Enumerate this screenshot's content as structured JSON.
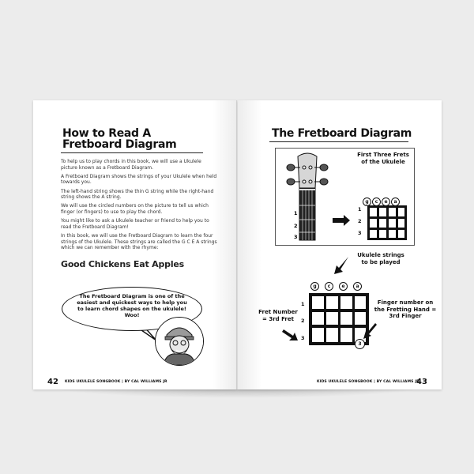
{
  "left_page": {
    "title_line1": "How to Read A",
    "title_line2": "Fretboard Diagram",
    "paragraphs": [
      "To help us to play chords in this book, we will use a Ukulele picture known as a Fretboard Diagram.",
      "A Fretboard Diagram shows the strings of your Ukulele when held towards you.",
      "The left-hand string shows the thin G string while the right-hand string shows the A string.",
      "We will use the circled numbers on the picture to tell us which finger (or fingers) to use to play the chord.",
      "You might like to ask a Ukulele teacher or friend to help you to read the Fretboard Diagram!",
      "In this book, we will use the Fretboard Diagram to learn the four strings of the Ukulele. These strings are called the G C E A strings which we can remember with the rhyme:"
    ],
    "rhyme": "Good Chickens Eat Apples",
    "bubble_text": "The Fretboard Diagram is one of the easiest and quickest ways to help you to learn chord shapes on the ukulele! Woo!",
    "page_number": "42",
    "footer": "KIDS UKULELE SONGBOOK | BY CAL WILLIAMS JR"
  },
  "right_page": {
    "title": "The Fretboard Diagram",
    "top_label": "First Three Frets of the Ukulele",
    "strings": [
      "g",
      "c",
      "e",
      "a"
    ],
    "frets": [
      "1",
      "2",
      "3"
    ],
    "strings_label": "Ukulele strings to be played",
    "fret_number_label": "Fret Number = 3rd Fret",
    "finger_label": "Finger number on the Fretting Hand = 3rd Finger",
    "finger_marker": "3",
    "page_number": "43",
    "footer": "KIDS UKULELE SONGBOOK | BY CAL WILLIAMS JR"
  }
}
